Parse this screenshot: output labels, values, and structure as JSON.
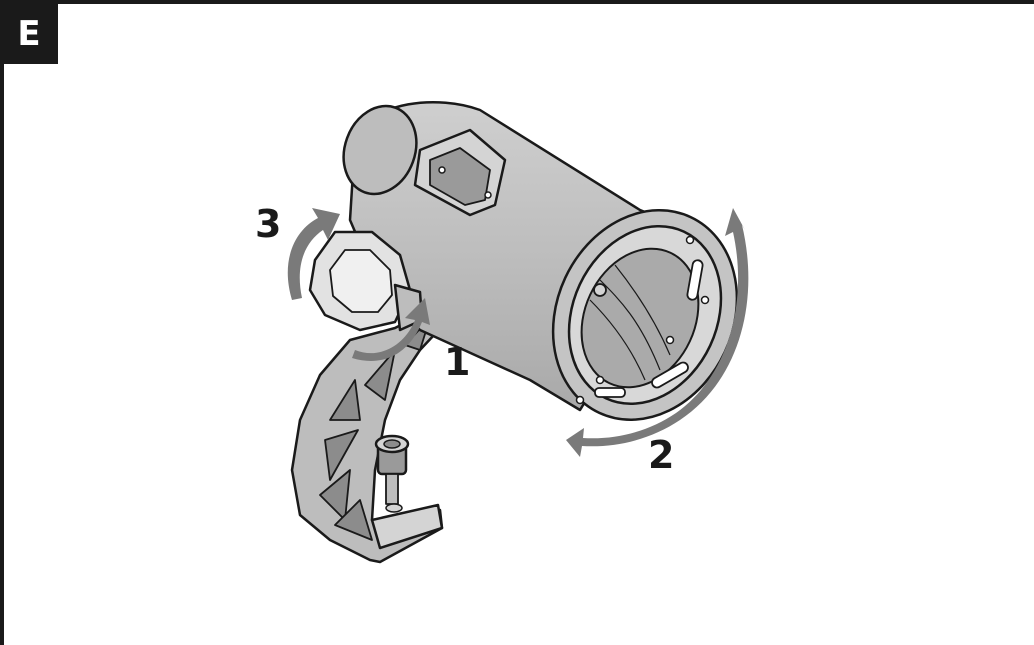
{
  "section": {
    "letter": "E"
  },
  "steps": [
    {
      "number": "1"
    },
    {
      "number": "2"
    },
    {
      "number": "3"
    }
  ],
  "colors": {
    "ink": "#1a1a1a",
    "body_fill": "#b9b9b9",
    "light_fill": "#d4d4d4",
    "dark_fill": "#8c8c8c",
    "arrow_fill": "#7a7a7a",
    "background": "#ffffff"
  },
  "icons": [
    "section-tab",
    "rotate-arrow-knob",
    "rotate-arrow-ring",
    "rotate-arrow-bracket"
  ]
}
